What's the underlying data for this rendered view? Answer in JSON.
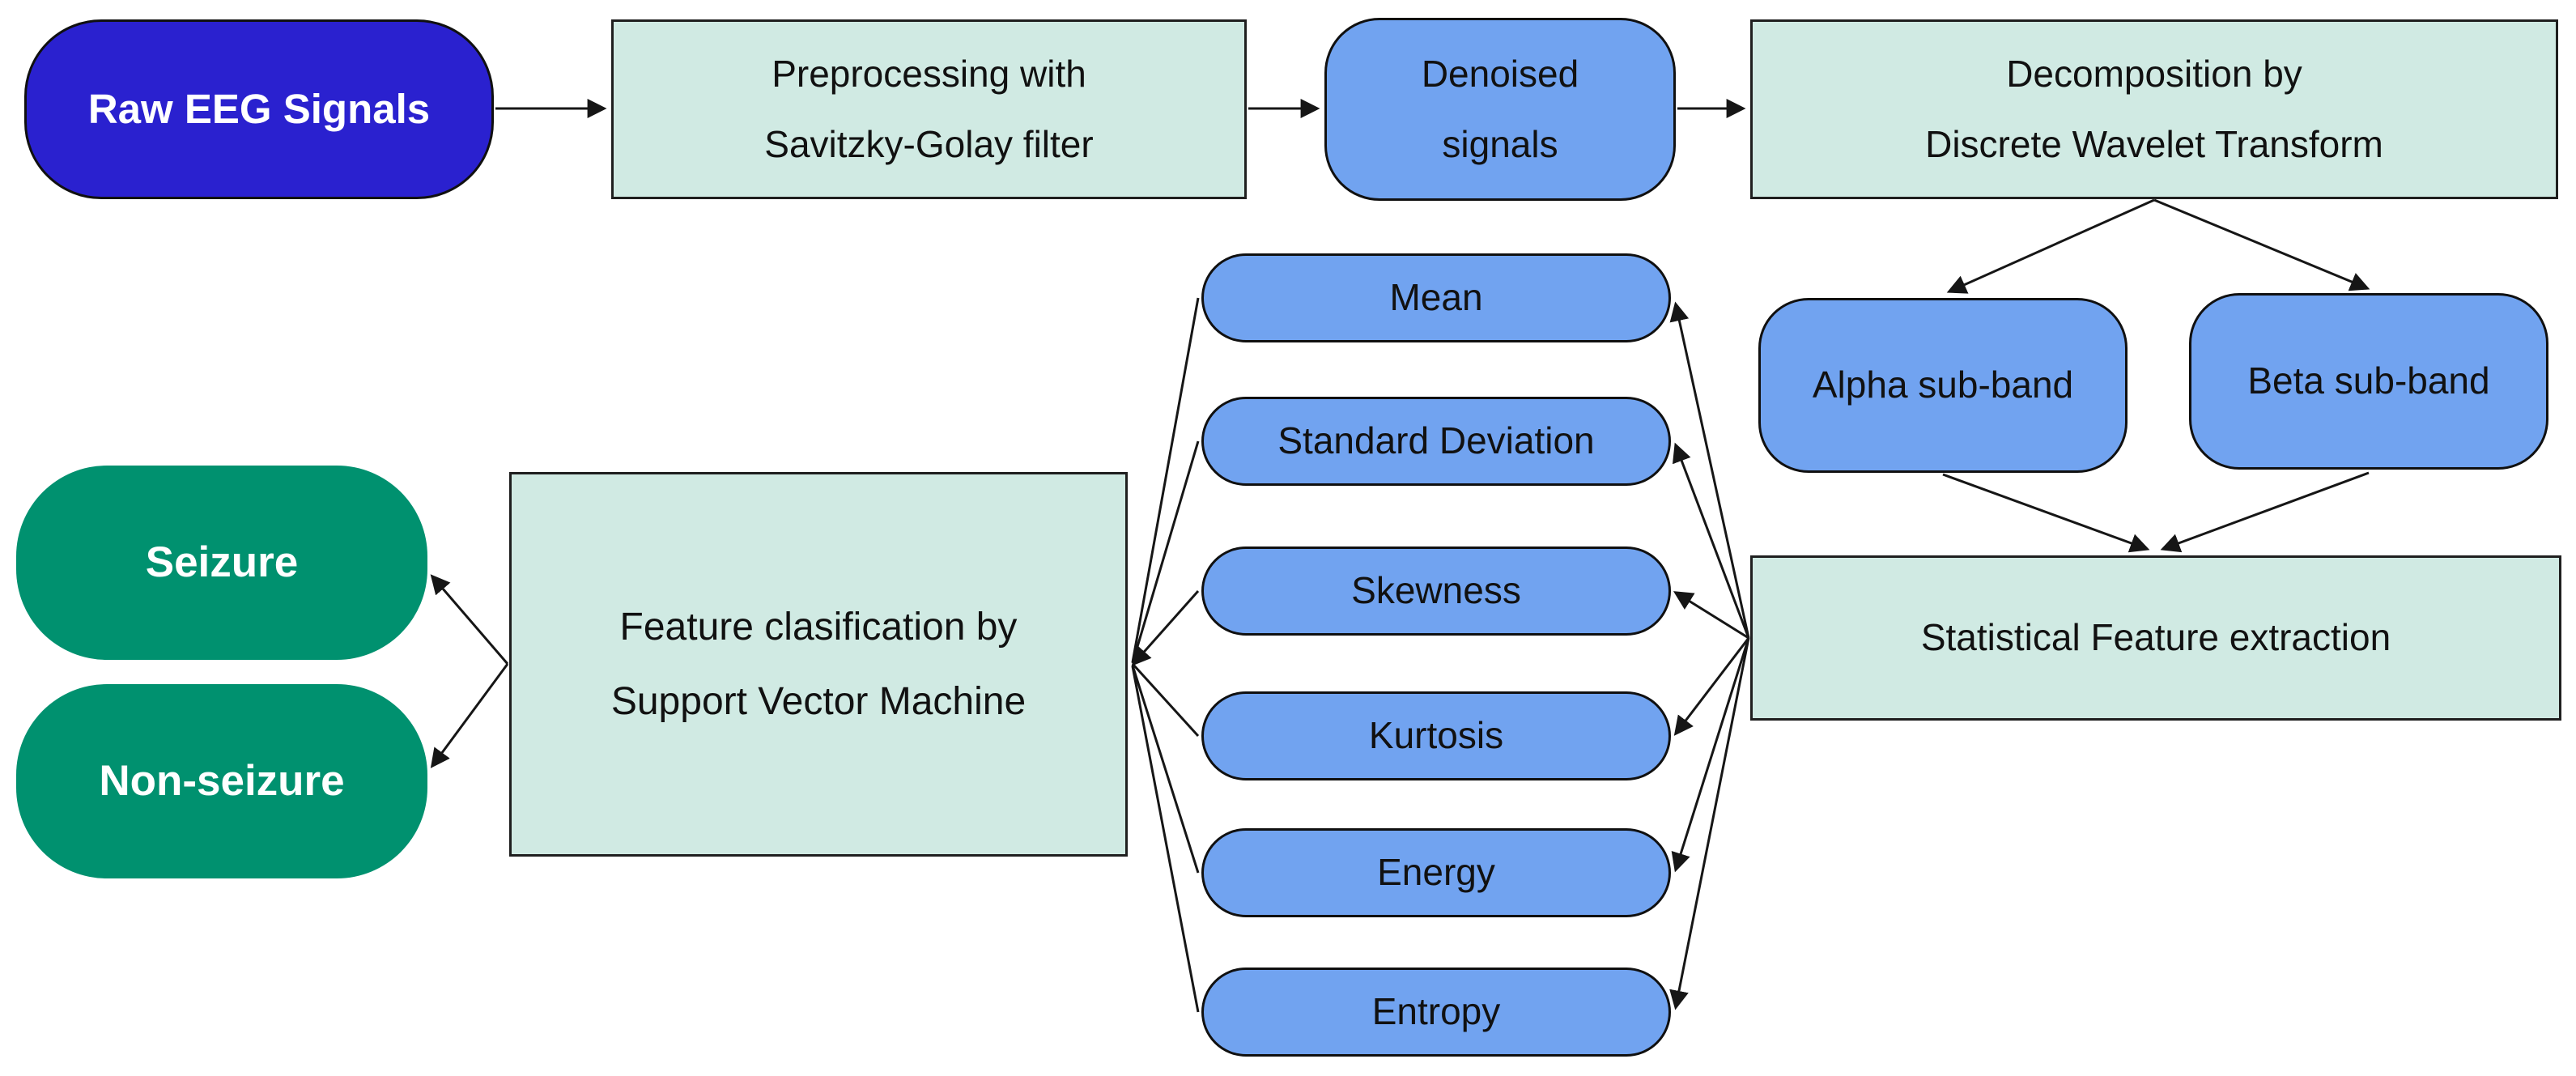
{
  "colors": {
    "dark_blue": "#2a21cf",
    "light_blue": "#71a3f0",
    "mint": "#d0eae3",
    "green": "#00916f",
    "line": "#161616"
  },
  "nodes": {
    "raw_eeg": {
      "label": "Raw EEG Signals"
    },
    "preprocessing": {
      "lines": [
        "Preprocessing with",
        "Savitzky-Golay filter"
      ]
    },
    "denoised": {
      "lines": [
        "Denoised",
        "signals"
      ]
    },
    "decomposition": {
      "lines": [
        "Decomposition by",
        "Discrete Wavelet Transform"
      ]
    },
    "alpha_subband": {
      "label": "Alpha sub-band"
    },
    "beta_subband": {
      "label": "Beta sub-band"
    },
    "statistical_extraction": {
      "label": "Statistical Feature extraction"
    },
    "features": [
      "Mean",
      "Standard Deviation",
      "Skewness",
      "Kurtosis",
      "Energy",
      "Entropy"
    ],
    "svm": {
      "lines": [
        "Feature clasification by",
        "Support Vector Machine"
      ]
    },
    "seizure": {
      "label": "Seizure"
    },
    "non_seizure": {
      "label": "Non-seizure"
    }
  }
}
